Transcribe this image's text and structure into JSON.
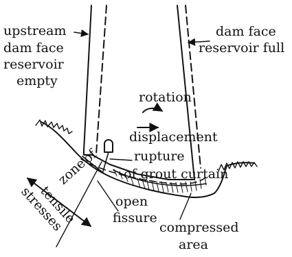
{
  "labels": {
    "upstream_line1": "upstream",
    "upstream_line2": "dam face",
    "upstream_line3": "reservoir",
    "upstream_line4": "empty",
    "full_line1": "dam face",
    "full_line2": "reservoir full",
    "rotation": "rotation",
    "displacement": "displacement",
    "rupture_line1": "rupture",
    "rupture_line2": "of grout curtain",
    "zone_word1": "zone",
    "zone_word2": "of",
    "tensile_word1": "tensile",
    "tensile_word2": "stresses",
    "fissure_line1": "open",
    "fissure_line2": "fissure",
    "compressed_line1": "compressed",
    "compressed_line2": "area"
  }
}
